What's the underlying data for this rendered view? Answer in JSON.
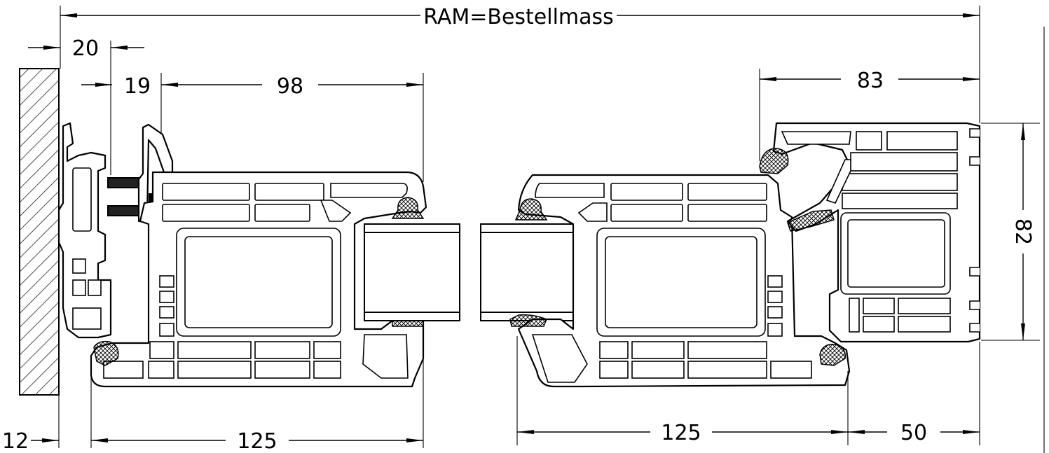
{
  "dimensions": {
    "overall": "RAM=Bestellmass",
    "wall_gap": "20",
    "frame_offset": "19",
    "frame_depth_top": "98",
    "sash_right": "83",
    "height": "82",
    "wall_left": "12",
    "frame_width_left": "125",
    "frame_width_right": "125",
    "sash_overlap": "50"
  }
}
